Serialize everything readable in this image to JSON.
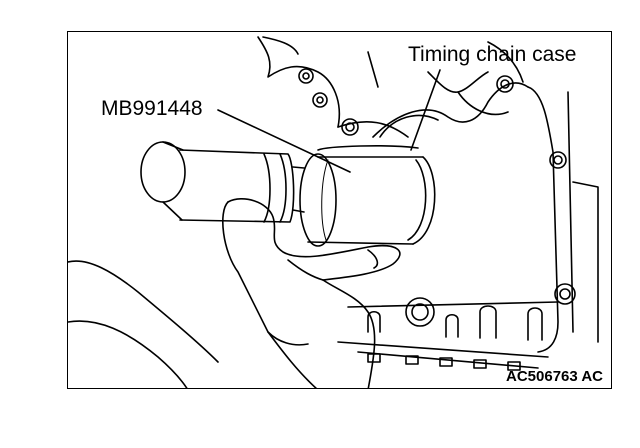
{
  "figure": {
    "labels": {
      "timing_chain_case": "Timing chain case",
      "special_tool": "MB991448"
    },
    "figure_code": "AC506763 AC"
  }
}
